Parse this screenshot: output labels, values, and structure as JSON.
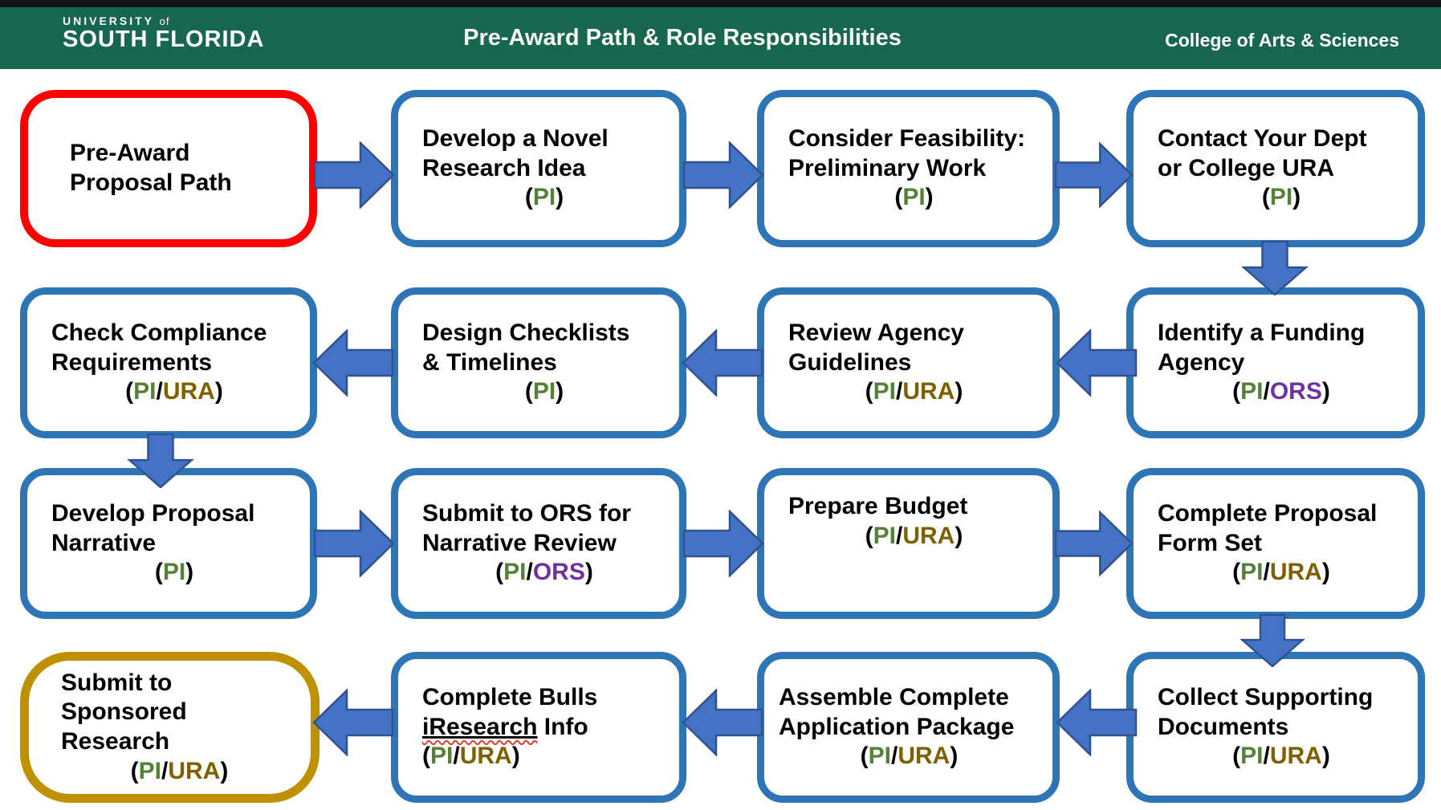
{
  "header": {
    "logo_top": "UNIVERSITY",
    "logo_of": "of",
    "logo_bottom": "SOUTH FLORIDA",
    "title": "Pre-Award Path & Role Responsibilities",
    "college": "College of Arts & Sciences",
    "bg_color": "#17664F"
  },
  "role_colors": {
    "PI": "#538135",
    "URA": "#7F6000",
    "ORS": "#7030A0"
  },
  "accent_colors": {
    "box_border_blue": "#2E75B6",
    "arrow_fill": "#4472C4",
    "arrow_stroke": "#2F528F",
    "start_border_red": "#FF0000",
    "end_border_gold": "#BF9000"
  },
  "nodes": [
    {
      "title": "Pre-Award\nProposal Path",
      "roles": null
    },
    {
      "title": "Develop a Novel\nResearch Idea",
      "roles": "PI"
    },
    {
      "title": "Consider Feasibility:\nPreliminary Work",
      "roles": "PI"
    },
    {
      "title": "Contact Your Dept\nor College URA",
      "roles": "PI"
    },
    {
      "title": "Identify a Funding\nAgency",
      "roles": "PI/ORS"
    },
    {
      "title": "Review Agency\nGuidelines",
      "roles": "PI/URA"
    },
    {
      "title": "Design Checklists\n& Timelines",
      "roles": "PI"
    },
    {
      "title": "Check Compliance\nRequirements",
      "roles": "PI/URA"
    },
    {
      "title": "Develop Proposal\nNarrative",
      "roles": "PI"
    },
    {
      "title": "Submit to ORS for\nNarrative Review",
      "roles": "PI/ORS"
    },
    {
      "title": "Prepare Budget",
      "roles": "PI/URA"
    },
    {
      "title": "Complete Proposal\nForm Set",
      "roles": "PI/URA"
    },
    {
      "title": "Collect Supporting\nDocuments",
      "roles": "PI/URA"
    },
    {
      "title": "Assemble Complete\nApplication Package",
      "roles": "PI/URA"
    },
    {
      "title_part1": "Complete Bulls",
      "title_underlined": "iResearch",
      "title_part2": " Info",
      "roles": "PI/URA"
    },
    {
      "title": "Submit to\nSponsored Research",
      "roles": "PI/URA"
    }
  ]
}
